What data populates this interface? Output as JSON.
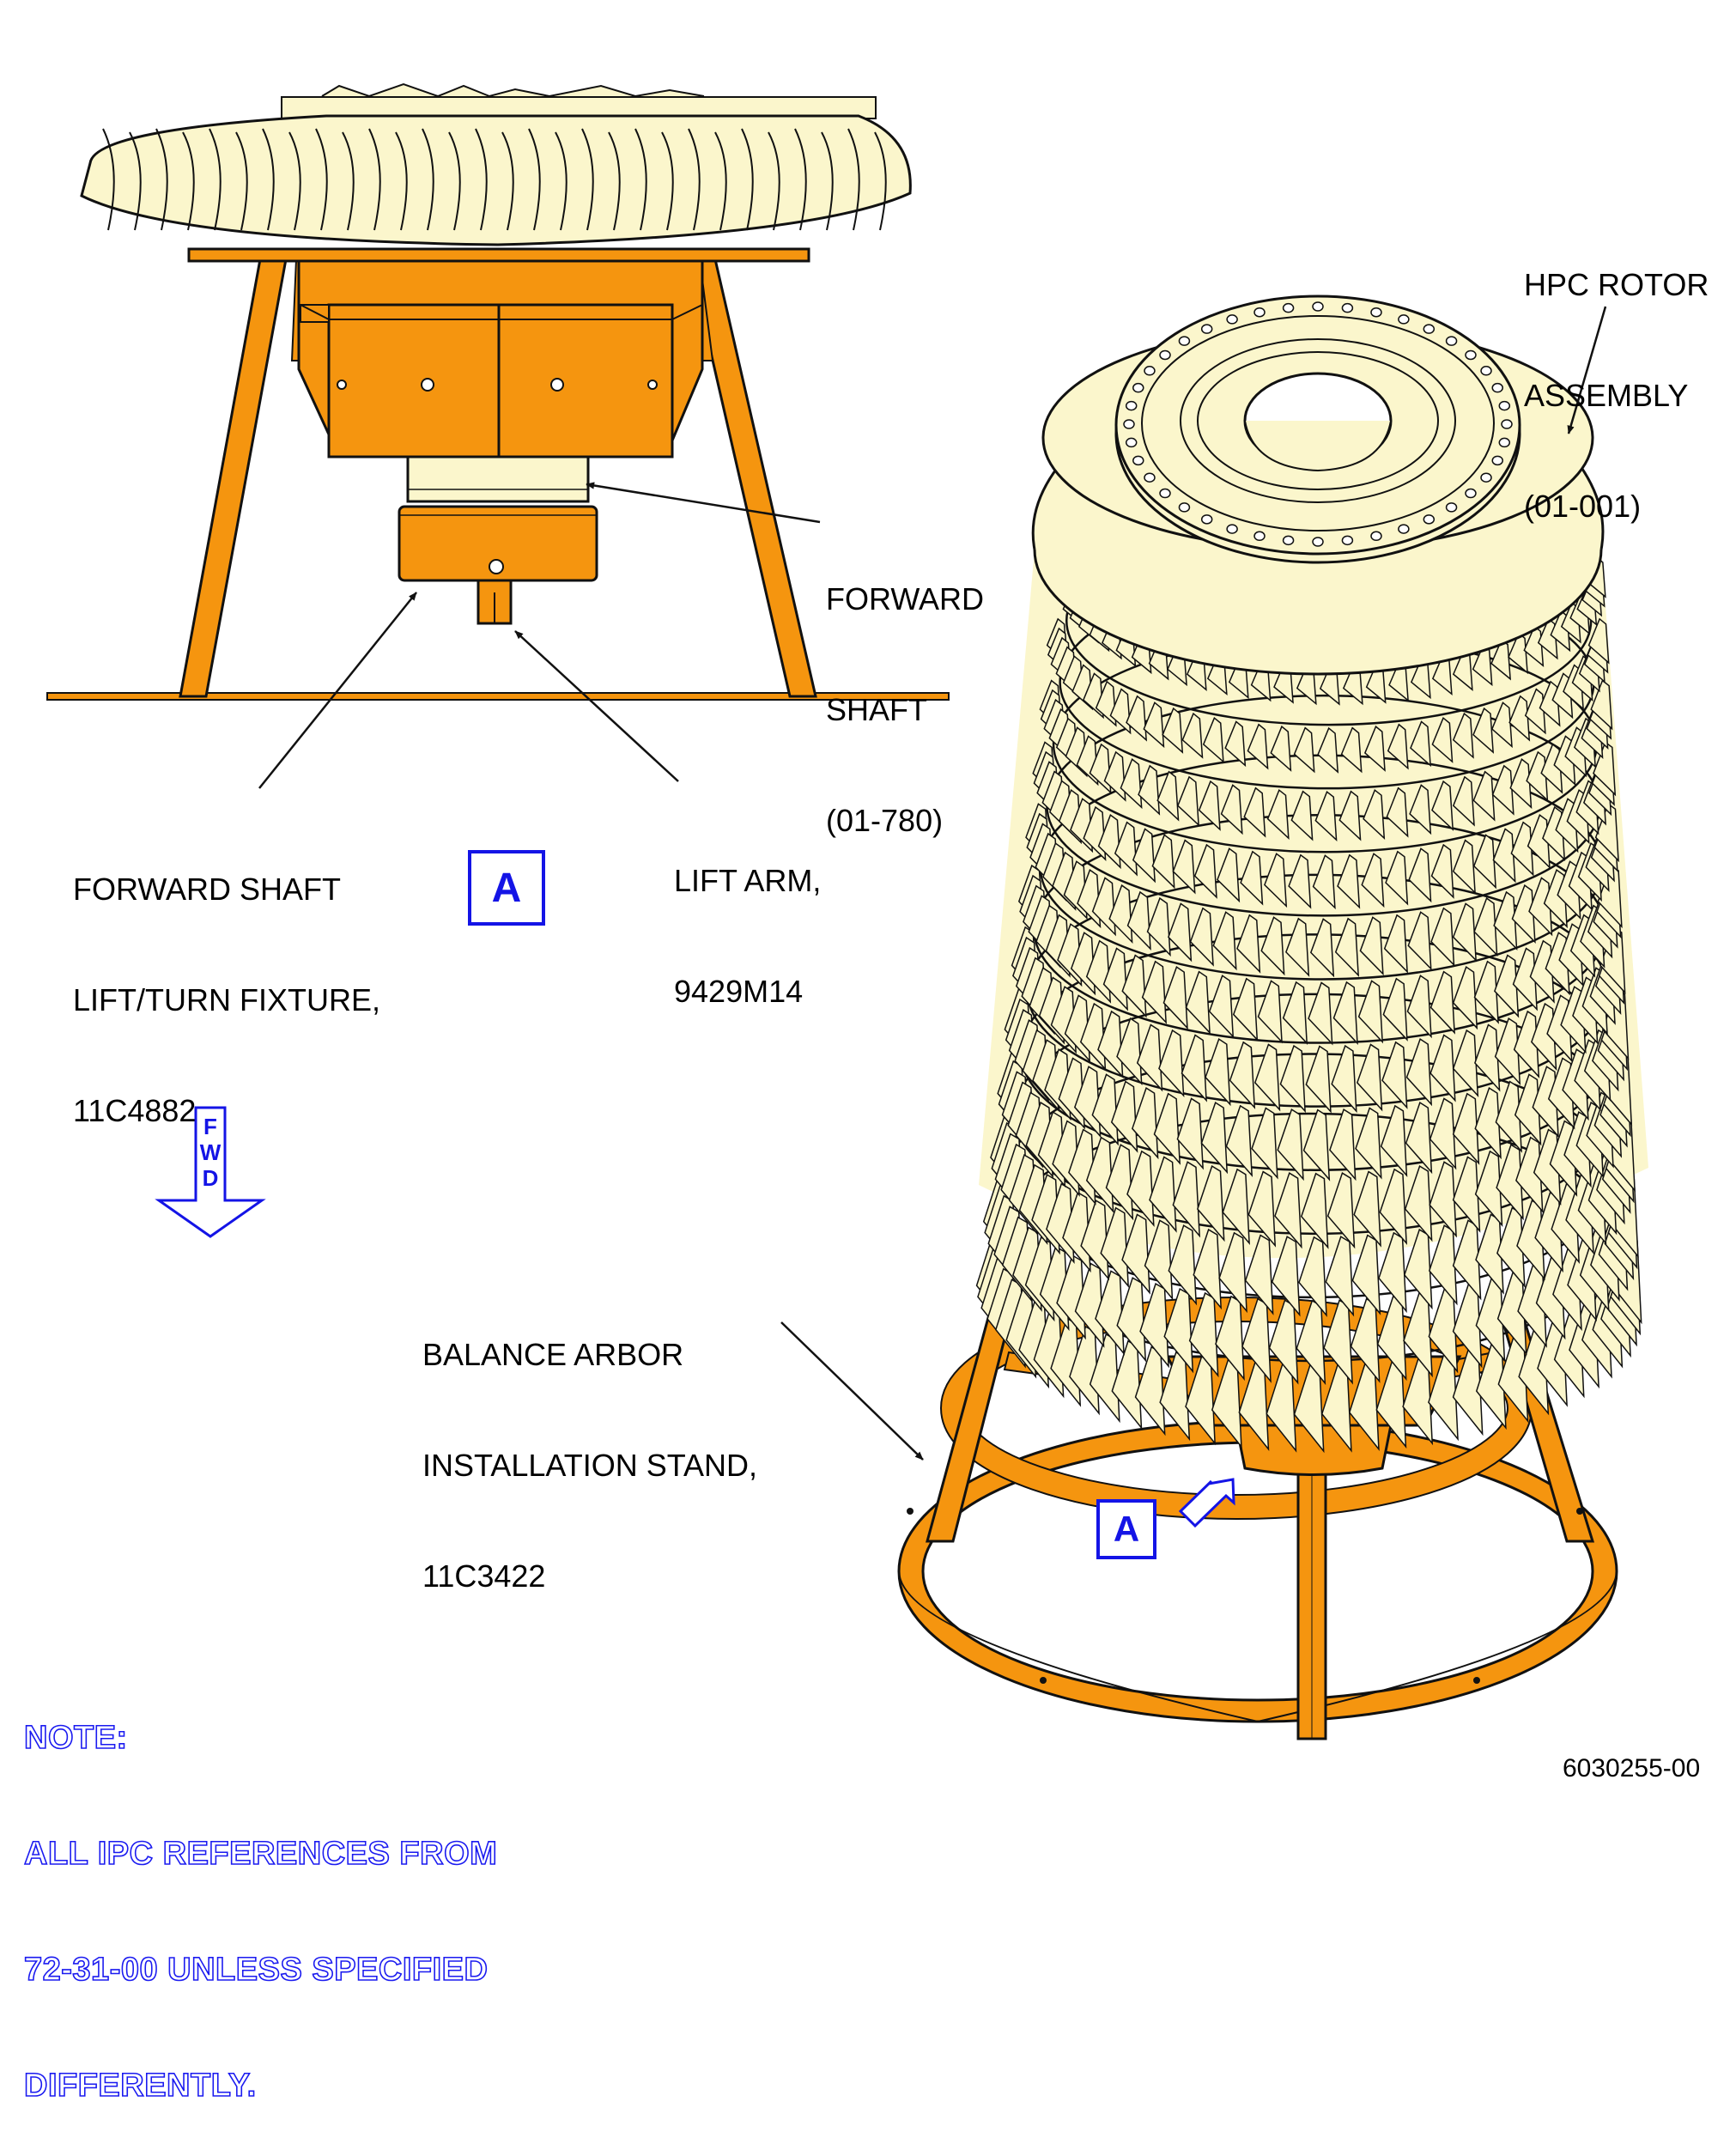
{
  "callouts": {
    "hpc_rotor": [
      "HPC ROTOR",
      "ASSEMBLY",
      "(01-001)"
    ],
    "forward_shaft": [
      "FORWARD",
      "SHAFT",
      "(01-780)"
    ],
    "lift_turn_fixture": [
      "FORWARD SHAFT",
      "LIFT/TURN FIXTURE,",
      "11C4882"
    ],
    "lift_arm": [
      "LIFT ARM,",
      "9429M14"
    ],
    "balance_stand": [
      "BALANCE ARBOR",
      "INSTALLATION STAND,",
      "11C3422"
    ]
  },
  "view_label_top": "A",
  "view_label_bottom": "A",
  "fwd_letters": [
    "F",
    "W",
    "D"
  ],
  "note_lines": [
    "NOTE:",
    "ALL IPC REFERENCES FROM",
    "72-31-00 UNLESS SPECIFIED",
    "DIFFERENTLY."
  ],
  "figure_number": "6030255-00",
  "colors": {
    "fixture_orange": "#f5950f",
    "rotor_cream": "#fbf6cc",
    "line": "#111111",
    "note_blue": "#1a1af0"
  }
}
